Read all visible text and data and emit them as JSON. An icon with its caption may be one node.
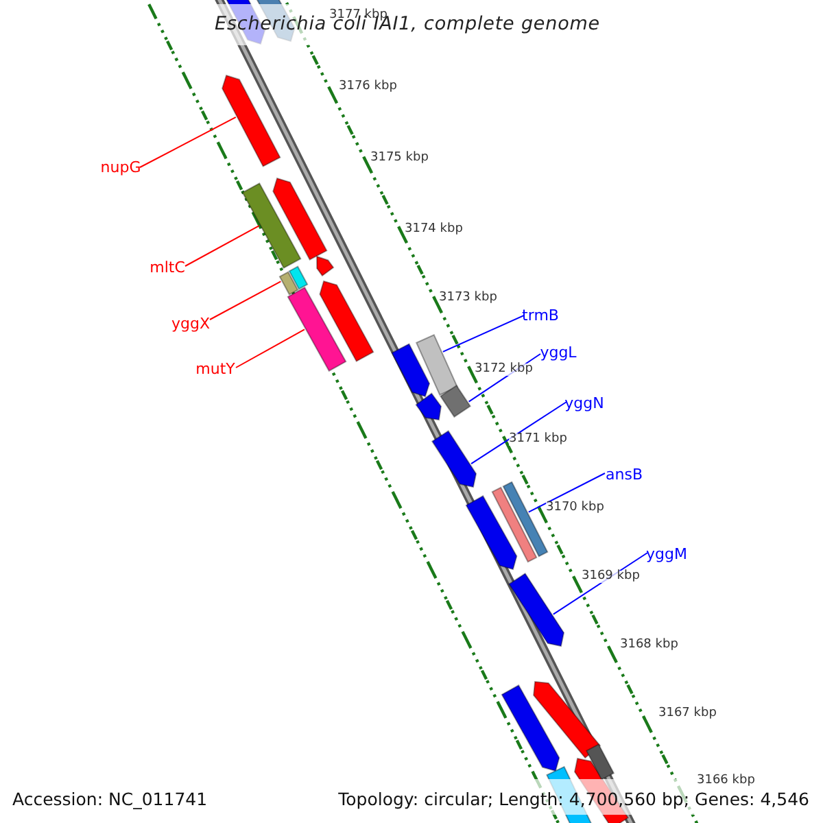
{
  "diagram": {
    "title": "Escherichia coli IAI1, complete genome",
    "nodes": [
      {
        "text": [
          "nupG"
        ]
      },
      {
        "text": [
          "mltC"
        ]
      },
      {
        "text": [
          "yggX"
        ]
      },
      {
        "text": [
          "mutY"
        ]
      },
      {
        "text": [
          "trmB"
        ]
      },
      {
        "text": [
          "yggL"
        ]
      },
      {
        "text": [
          "yggN"
        ]
      },
      {
        "text": [
          "ansB"
        ]
      },
      {
        "text": [
          "yggM"
        ]
      },
      {
        "text": [],
        "shape": "arrow"
      },
      {
        "text": [],
        "shape": "arrow"
      },
      {
        "text": [],
        "shape": "arrow"
      },
      {
        "text": [],
        "shape": "arrow"
      },
      {
        "text": [],
        "shape": "bar"
      },
      {
        "text": [],
        "shape": "arrow"
      },
      {
        "text": [],
        "shape": "bar"
      },
      {
        "text": [],
        "shape": "bar"
      },
      {
        "text": [],
        "shape": "arrow"
      },
      {
        "text": [],
        "shape": "bar"
      },
      {
        "text": [],
        "shape": "bar"
      },
      {
        "text": [],
        "shape": "arrow"
      },
      {
        "text": [],
        "shape": "bar"
      },
      {
        "text": [],
        "shape": "arrow"
      },
      {
        "text": [],
        "shape": "arrow"
      },
      {
        "text": [],
        "shape": "bar"
      },
      {
        "text": [],
        "shape": "bar"
      },
      {
        "text": [],
        "shape": "arrow"
      },
      {
        "text": [],
        "shape": "arrow"
      },
      {
        "text": [],
        "shape": "arrow"
      },
      {
        "text": [],
        "shape": "arrow"
      },
      {
        "text": [],
        "shape": "arrow"
      },
      {
        "text": [],
        "shape": "bar"
      },
      {
        "text": [],
        "shape": "bar"
      }
    ],
    "edges": [
      {
        "from": 0,
        "to": 11,
        "arrow": "none",
        "color": "#ff0000"
      },
      {
        "from": 1,
        "to": 13,
        "arrow": "none",
        "color": "#ff0000"
      },
      {
        "from": 2,
        "to": 16,
        "arrow": "none",
        "color": "#ff0000"
      },
      {
        "from": 3,
        "to": 18,
        "arrow": "none",
        "color": "#ff0000"
      },
      {
        "from": 4,
        "to": 19,
        "arrow": "none"
      },
      {
        "from": 5,
        "to": 21,
        "arrow": "none"
      },
      {
        "from": 6,
        "to": 23,
        "arrow": "none"
      },
      {
        "from": 7,
        "to": 24,
        "arrow": "none"
      },
      {
        "from": 8,
        "to": 27,
        "arrow": "none"
      }
    ],
    "labels": [
      "3177 kbp",
      "3176 kbp",
      "3175 kbp",
      "3174 kbp",
      "3173 kbp",
      "3172 kbp",
      "3171 kbp",
      "3170 kbp",
      "3169 kbp",
      "3168 kbp",
      "3167 kbp",
      "3166 kbp",
      "Accession: NC_011741",
      "Topology: circular; Length: 4,700,560 bp; Genes: 4,546"
    ]
  }
}
